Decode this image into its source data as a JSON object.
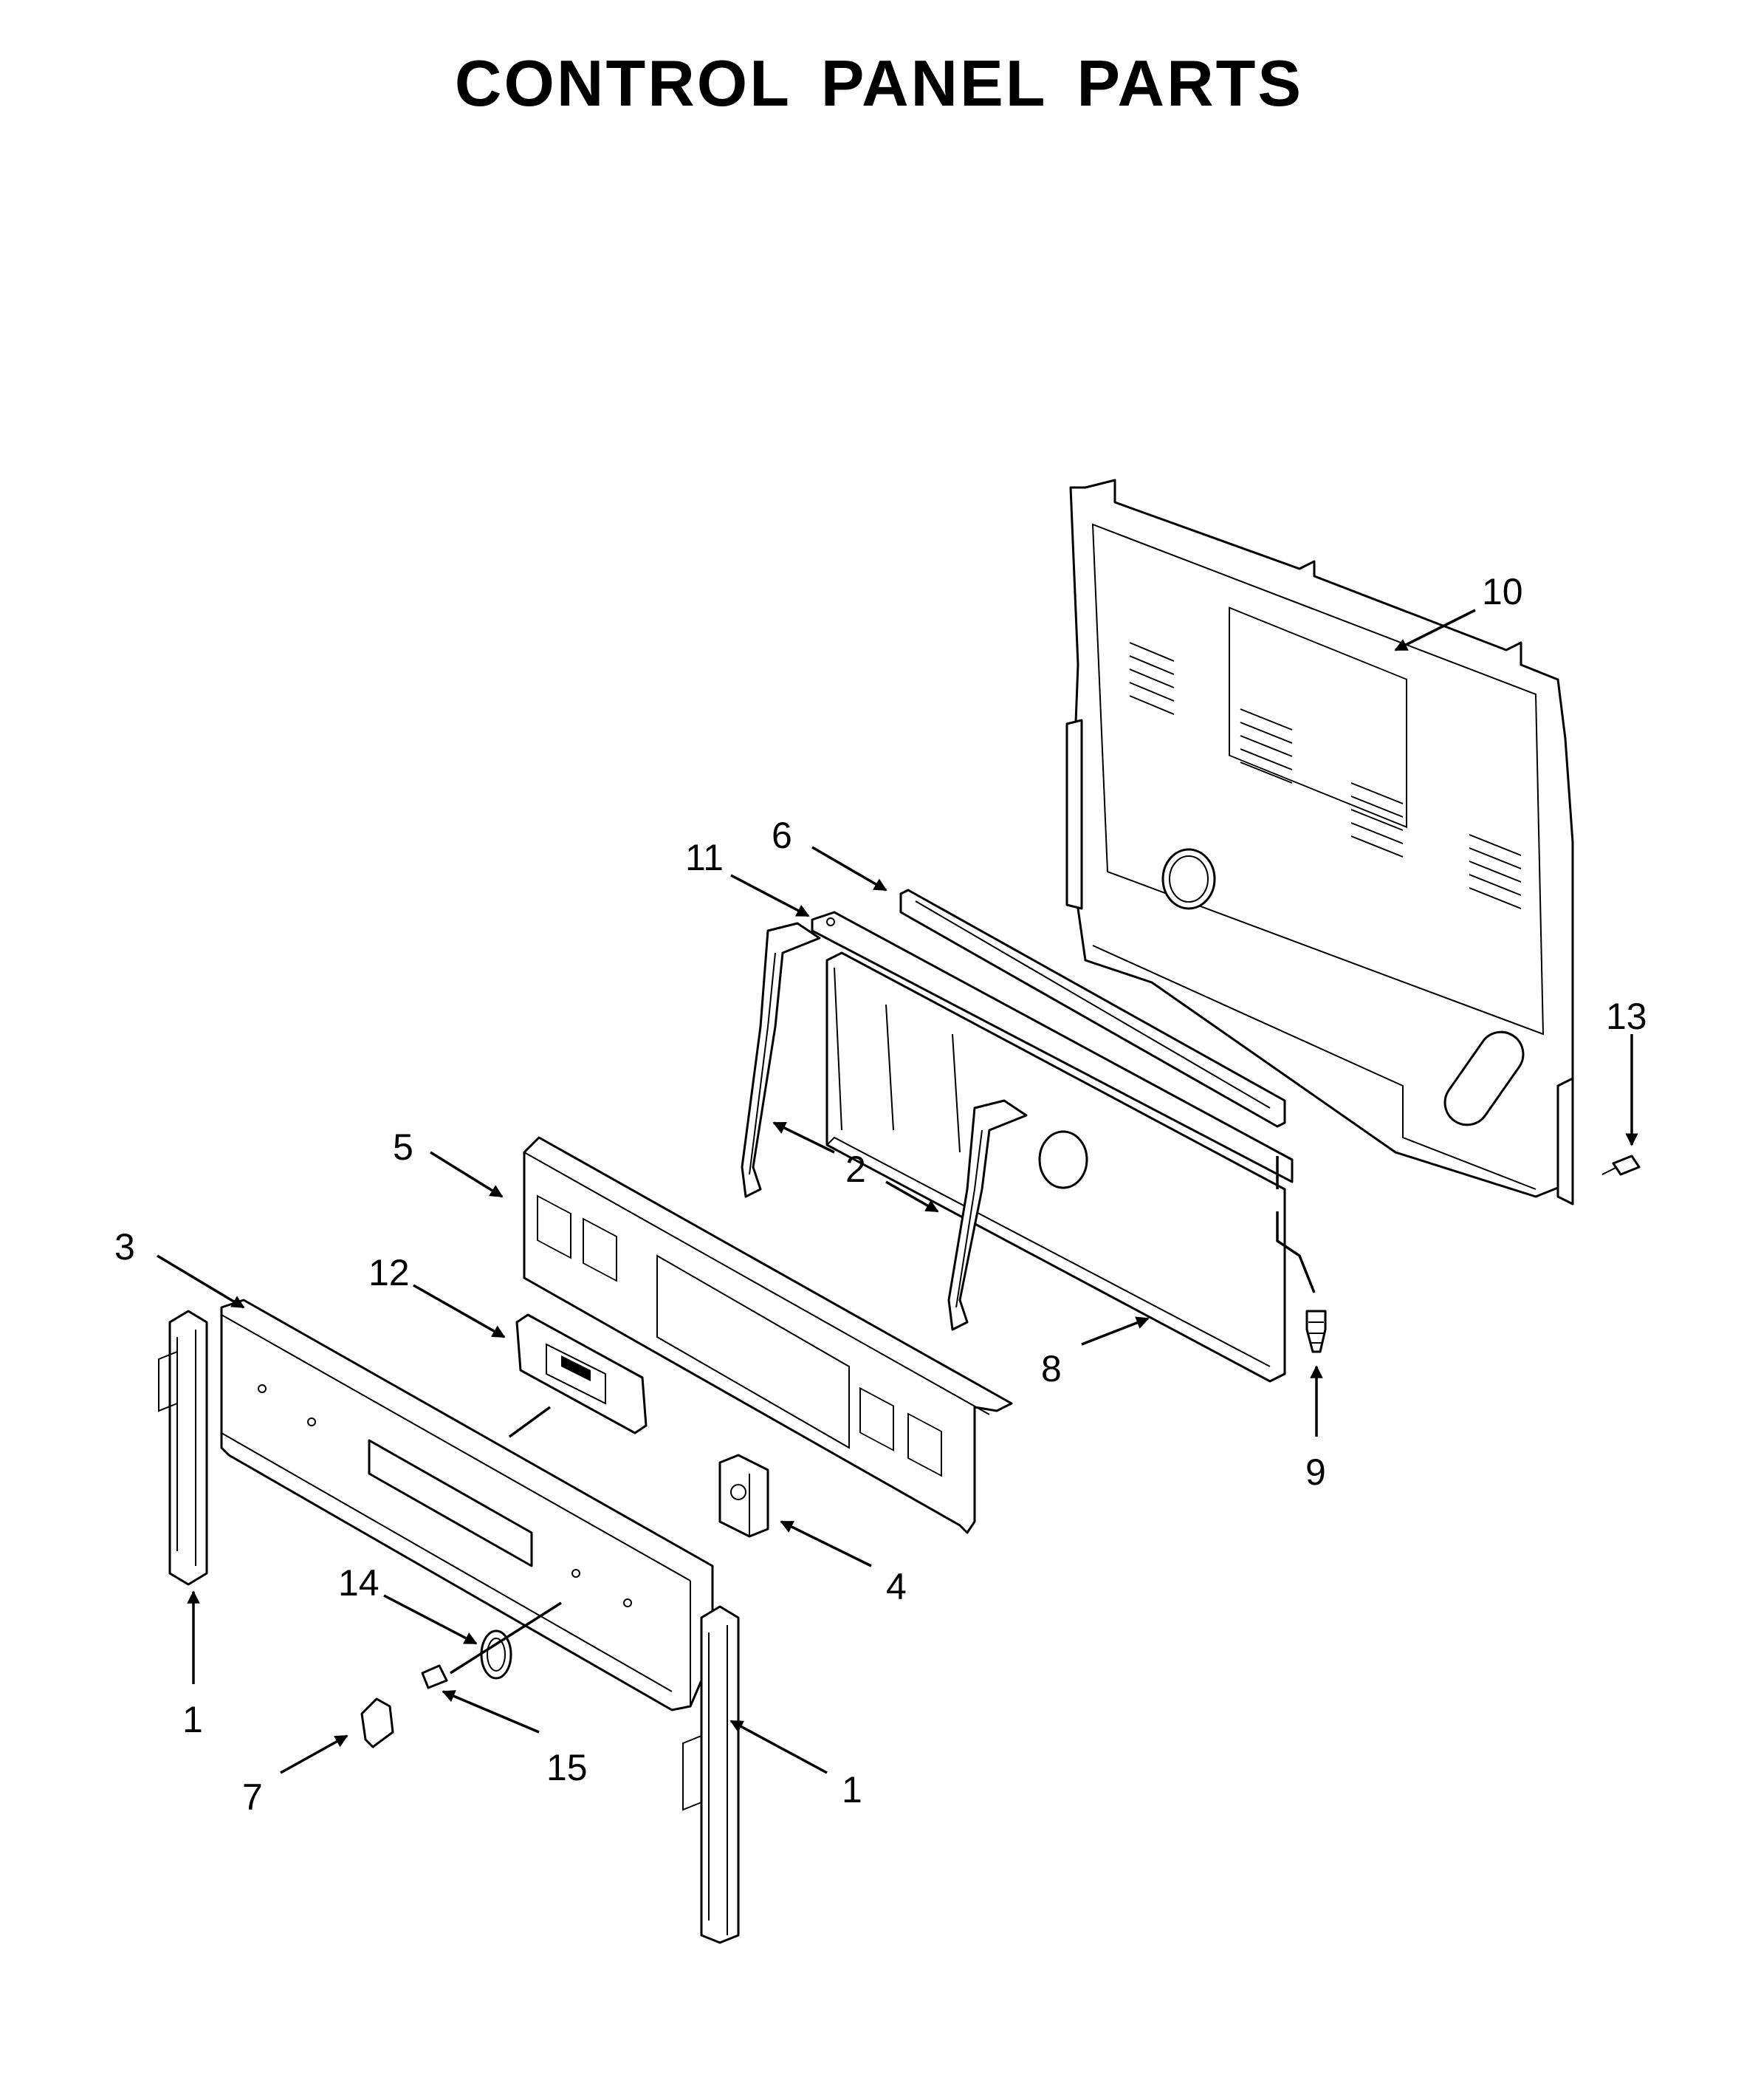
{
  "title": "CONTROL PANEL PARTS",
  "colors": {
    "line": "#000000",
    "background": "#ffffff"
  },
  "callouts": [
    {
      "id": "c10",
      "label": "10"
    },
    {
      "id": "c6",
      "label": "6"
    },
    {
      "id": "c11",
      "label": "11"
    },
    {
      "id": "c13",
      "label": "13"
    },
    {
      "id": "c5",
      "label": "5"
    },
    {
      "id": "c2",
      "label": "2"
    },
    {
      "id": "c3",
      "label": "3"
    },
    {
      "id": "c12",
      "label": "12"
    },
    {
      "id": "c8",
      "label": "8"
    },
    {
      "id": "c9",
      "label": "9"
    },
    {
      "id": "c4",
      "label": "4"
    },
    {
      "id": "c14",
      "label": "14"
    },
    {
      "id": "c1-left",
      "label": "1"
    },
    {
      "id": "c15",
      "label": "15"
    },
    {
      "id": "c1-right",
      "label": "1"
    },
    {
      "id": "c7",
      "label": "7"
    }
  ]
}
